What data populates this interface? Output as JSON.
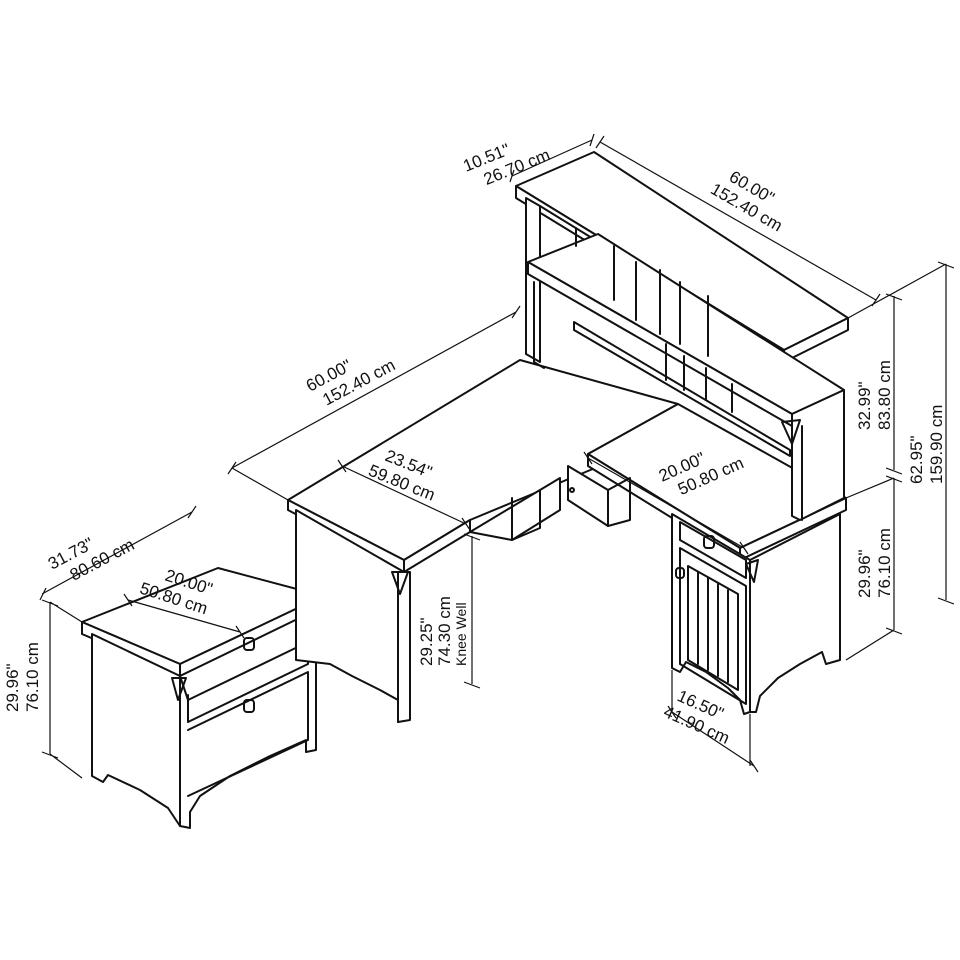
{
  "dimensions": {
    "hutch_depth": {
      "in": "10.51\"",
      "cm": "26.70 cm"
    },
    "hutch_width": {
      "in": "60.00\"",
      "cm": "152.40 cm"
    },
    "desk_width": {
      "in": "60.00\"",
      "cm": "152.40 cm"
    },
    "desk_depth": {
      "in": "23.54\"",
      "cm": "59.80 cm"
    },
    "return_depth": {
      "in": "20.00\"",
      "cm": "50.80 cm"
    },
    "hutch_height": {
      "in": "32.99\"",
      "cm": "83.80 cm"
    },
    "total_height": {
      "in": "62.95\"",
      "cm": "159.90 cm"
    },
    "desk_height": {
      "in": "29.96\"",
      "cm": "76.10 cm"
    },
    "knee_well": {
      "in": "29.25\"",
      "cm": "74.30 cm",
      "note": "Knee Well"
    },
    "pedestal_depth": {
      "in": "16.50\"",
      "cm": "41.90 cm"
    },
    "file_width": {
      "in": "31.73\"",
      "cm": "80.60 cm"
    },
    "file_depth": {
      "in": "20.00\"",
      "cm": "50.80 cm"
    },
    "file_height": {
      "in": "29.96\"",
      "cm": "76.10 cm"
    }
  }
}
